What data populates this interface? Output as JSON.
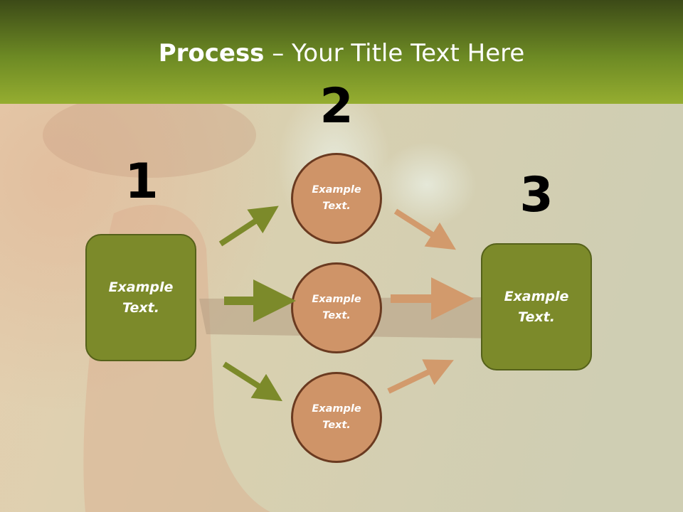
{
  "title": {
    "bold": "Process",
    "rest": " – Your Title Text Here"
  },
  "steps": [
    {
      "number": "1",
      "label": "Example Text."
    },
    {
      "number": "2",
      "label": "Example Text."
    },
    {
      "number": "3",
      "label": "Example Text."
    }
  ],
  "circles": [
    {
      "label": "Example Text."
    },
    {
      "label": "Example Text."
    },
    {
      "label": "Example Text."
    }
  ],
  "colors": {
    "header": "#7a9526",
    "green_box": "#7c8a2a",
    "green_arrow": "#7c8a2a",
    "circle_fill": "#cf9468",
    "circle_border": "#6a3a20",
    "orange_arrow": "#d29a6c"
  }
}
